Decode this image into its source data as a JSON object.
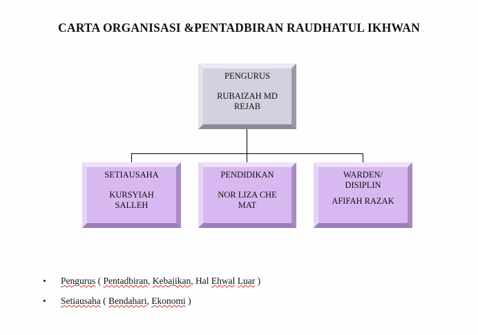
{
  "title": "CARTA ORGANISASI &PENTADBIRAN RAUDHATUL IKHWAN",
  "top_box": {
    "role": "PENGURUS",
    "name": "RUBAIZAH MD REJAB"
  },
  "boxes": [
    {
      "role": "SETIAUSAHA",
      "name": "KURSYIAH SALLEH"
    },
    {
      "role": "PENDIDIKAN",
      "name": "NOR LIZA CHE MAT"
    },
    {
      "role": "WARDEN/ DISIPLIN",
      "name": "AFIFAH RAZAK"
    }
  ],
  "bullets": [
    {
      "bullet": "•",
      "parts": [
        "Pengurus",
        " ( ",
        "Pentadbiran",
        ", ",
        "Kebajikan",
        ", Hal ",
        "Ehwal",
        " ",
        "Luar",
        " )"
      ]
    },
    {
      "bullet": "•",
      "parts": [
        "Setiausaha",
        " ( ",
        "Bendahari",
        ", ",
        "Ekonomi",
        " )"
      ]
    }
  ]
}
